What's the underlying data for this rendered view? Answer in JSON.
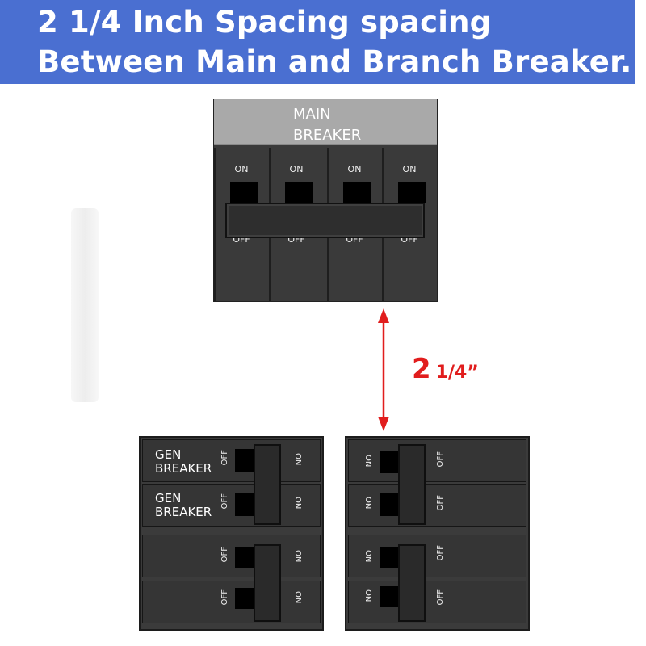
{
  "banner": {
    "line1": "2 1/4 Inch Spacing spacing",
    "line2": "Between Main and Branch Breaker.",
    "color": "#4a6fd1"
  },
  "main_breaker": {
    "title": "MAIN\nBREAKER",
    "poles": [
      {
        "on": "ON",
        "off": "OFF"
      },
      {
        "on": "ON",
        "off": "OFF"
      },
      {
        "on": "ON",
        "off": "OFF"
      },
      {
        "on": "ON",
        "off": "OFF"
      }
    ]
  },
  "measurement": {
    "whole": "2",
    "fraction": "1/4”",
    "color": "#e11d1d"
  },
  "branch": {
    "left": {
      "rows": [
        {
          "label": "GEN\nBREAKER",
          "off": "OFF",
          "on": "ON"
        },
        {
          "label": "GEN\nBREAKER",
          "off": "OFF",
          "on": "ON"
        },
        {
          "label": "",
          "off": "OFF",
          "on": "ON"
        },
        {
          "label": "",
          "off": "OFF",
          "on": "ON"
        }
      ]
    },
    "right": {
      "rows": [
        {
          "on": "ON",
          "off": "OFF"
        },
        {
          "on": "ON",
          "off": "OFF"
        },
        {
          "on": "ON",
          "off": "OFF"
        },
        {
          "on": "ON",
          "off": "OFF"
        }
      ]
    }
  }
}
